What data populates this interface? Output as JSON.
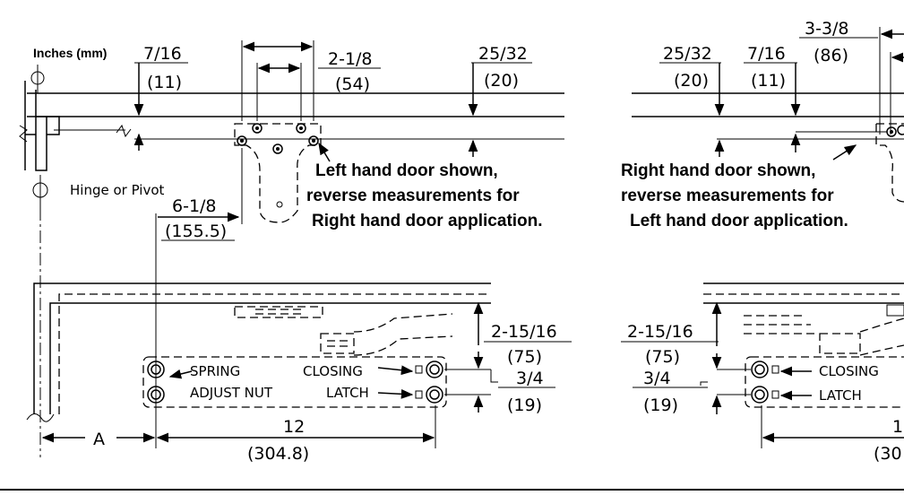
{
  "units_label": "Inches (mm)",
  "left_top": {
    "dim_7_16": "7/16",
    "dim_11": "(11)",
    "dim_2_1_8": "2-1/8",
    "dim_54": "(54)",
    "dim_25_32": "25/32",
    "dim_20": "(20)",
    "hinge_label": "Hinge or Pivot",
    "dim_6_1_8": "6-1/8",
    "dim_155_5": "(155.5)",
    "note_line1": "Left hand door shown,",
    "note_line2": "reverse measurements for",
    "note_line3": "Right hand door application."
  },
  "right_top": {
    "dim_25_32": "25/32",
    "dim_20": "(20)",
    "dim_7_16": "7/16",
    "dim_11": "(11)",
    "dim_3_3_8": "3-3/8",
    "dim_86": "(86)",
    "note_line1": "Right hand door shown,",
    "note_line2": "reverse measurements for",
    "note_line3": "Left hand door application."
  },
  "left_bottom": {
    "spring_label": "SPRING",
    "adjust_label": "ADJUST NUT",
    "closing_label": "CLOSING",
    "latch_label": "LATCH",
    "dim_2_15_16": "2-15/16",
    "dim_75": "(75)",
    "dim_3_4": "3/4",
    "dim_19": "(19)",
    "dim_a": "A",
    "dim_12": "12",
    "dim_304_8": "(304.8)"
  },
  "right_bottom": {
    "dim_2_15_16": "2-15/16",
    "dim_75": "(75)",
    "dim_3_4": "3/4",
    "dim_19": "(19)",
    "closing_label": "CLOSING",
    "latch_label": "LATCH",
    "dim_12_partial": "1",
    "dim_304_8_partial": "(30"
  }
}
